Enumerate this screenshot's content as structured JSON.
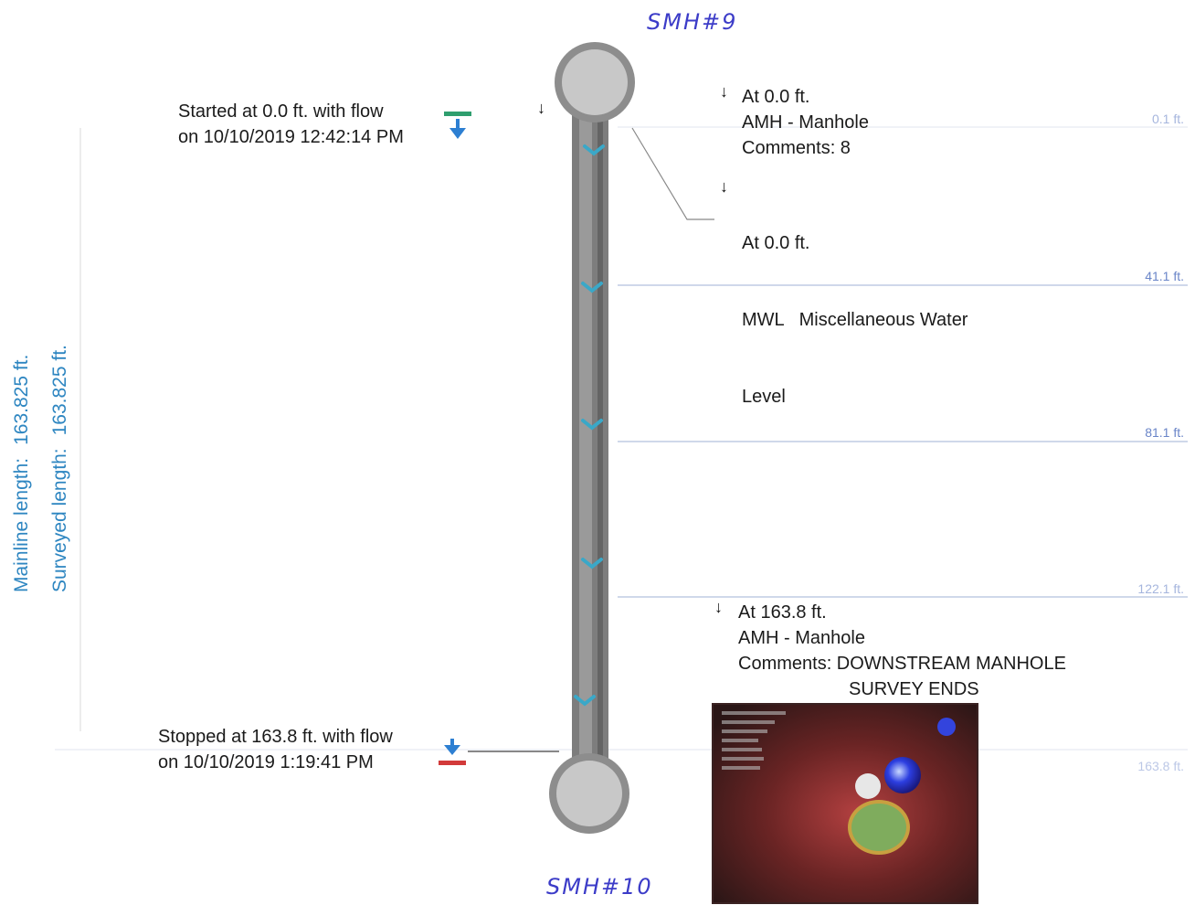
{
  "labels": {
    "top_manhole": "SMH#9",
    "bottom_manhole": "SMH#10"
  },
  "lengths": {
    "mainline_label": "Mainline length:",
    "mainline_value": "163.825 ft.",
    "surveyed_label": "Surveyed length:",
    "surveyed_value": "163.825 ft."
  },
  "start": {
    "line1": "Started at 0.0 ft. with flow",
    "line2": "on 10/10/2019 12:42:14 PM"
  },
  "stop": {
    "line1": "Stopped at 163.8 ft. with flow",
    "line2": "on 10/10/2019 1:19:41 PM"
  },
  "observations": [
    {
      "at": "At 0.0 ft.",
      "code": "AMH - Manhole",
      "comments": "Comments: 8"
    },
    {
      "at": "At 0.0 ft.",
      "code": "MWL   Miscellaneous Water",
      "comments": "Level"
    },
    {
      "at": "At 163.8 ft.",
      "code": "AMH - Manhole",
      "comments": "Comments: DOWNSTREAM MANHOLE",
      "comments2": "SURVEY ENDS"
    }
  ],
  "scale_ticks": [
    {
      "label": "0.1 ft."
    },
    {
      "label": "41.1 ft."
    },
    {
      "label": "81.1 ft."
    },
    {
      "label": "122.1 ft."
    },
    {
      "label": "163.8 ft."
    }
  ],
  "colors": {
    "pipe": "#7d7d7d",
    "manhole_fill": "#c8c8c8",
    "flow_marker": "#3aa8c8",
    "length_text": "#2e86c1",
    "handwriting": "#3c3cc8",
    "start_flag": "#2f9e6e",
    "stop_flag": "#d23a3a",
    "flow_arrow": "#2d7fd2"
  },
  "icons": [
    "down-arrow-icon",
    "flow-start-icon",
    "flow-stop-icon",
    "inspection-photo"
  ]
}
